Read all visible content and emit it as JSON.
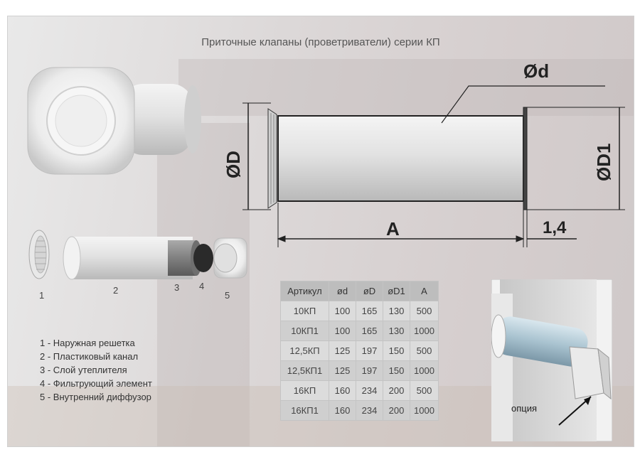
{
  "title": "Приточные клапаны (проветриватели) серии КП",
  "dimension_labels": {
    "d": "Ød",
    "D": "ØD",
    "D1": "ØD1",
    "A": "A",
    "flange": "1,4"
  },
  "parts": [
    {
      "num": "1"
    },
    {
      "num": "2"
    },
    {
      "num": "3"
    },
    {
      "num": "4"
    },
    {
      "num": "5"
    }
  ],
  "legend": [
    "1 - Наружная решетка",
    "2 - Пластиковый канал",
    "3 - Слой утеплителя",
    "4 - Фильтрующий элемент",
    "5 - Внутренний диффузор"
  ],
  "table": {
    "headers": [
      "Артикул",
      "ød",
      "øD",
      "øD1",
      "A"
    ],
    "rows": [
      [
        "10КП",
        "100",
        "165",
        "130",
        "500"
      ],
      [
        "10КП1",
        "100",
        "165",
        "130",
        "1000"
      ],
      [
        "12,5КП",
        "125",
        "197",
        "150",
        "500"
      ],
      [
        "12,5КП1",
        "125",
        "197",
        "150",
        "1000"
      ],
      [
        "16КП",
        "160",
        "234",
        "200",
        "500"
      ],
      [
        "16КП1",
        "160",
        "234",
        "200",
        "1000"
      ]
    ]
  },
  "option_label": "опция"
}
